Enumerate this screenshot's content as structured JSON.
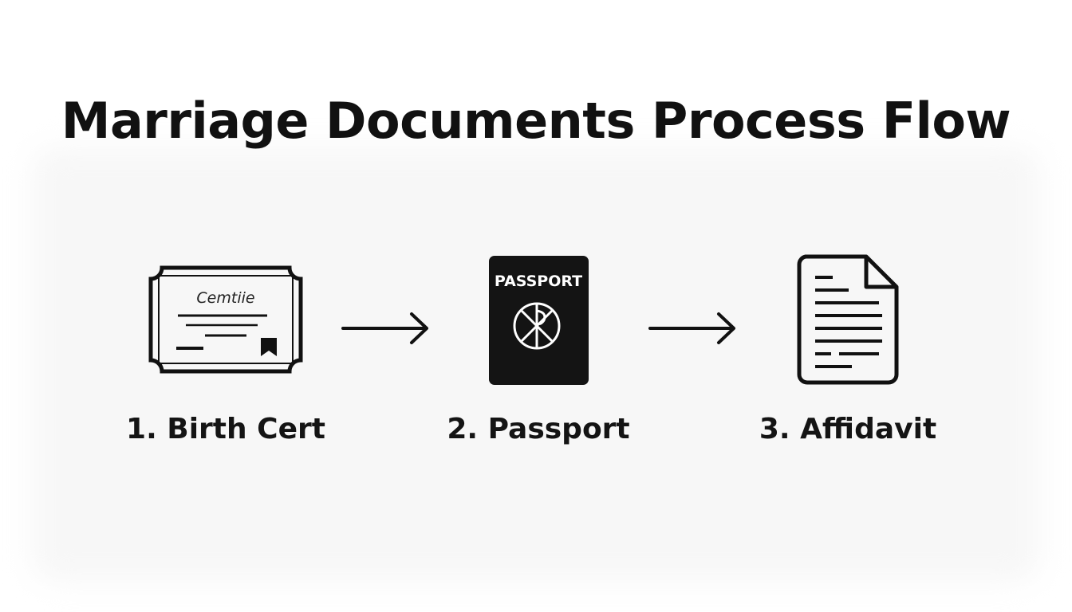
{
  "diagram": {
    "title": "Marriage Documents Process Flow",
    "steps": [
      {
        "label": "1. Birth Cert",
        "icon": "certificate-icon",
        "icon_text": "Cemtiie"
      },
      {
        "label": "2. Passport",
        "icon": "passport-icon",
        "icon_text": "PASSPORT"
      },
      {
        "label": "3. Affidavit",
        "icon": "document-icon"
      }
    ],
    "connectors": [
      "arrow-right-icon",
      "arrow-right-icon"
    ],
    "colors": {
      "ink": "#111111",
      "background": "#ffffff",
      "passport_fill": "#141414"
    }
  }
}
